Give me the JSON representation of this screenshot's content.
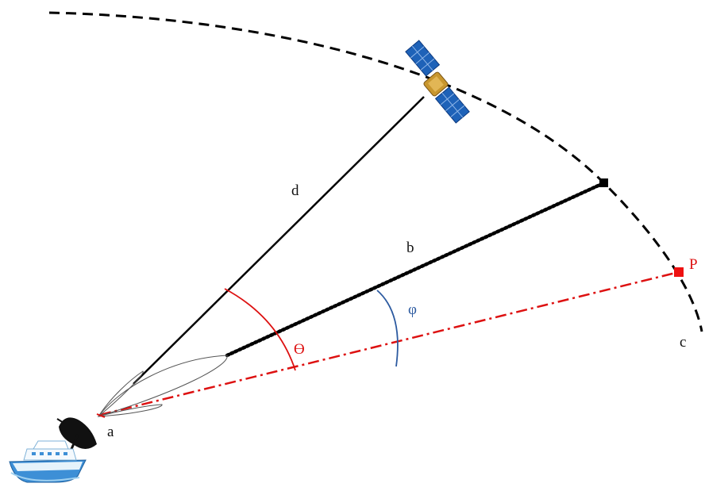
{
  "labels": {
    "a": "a",
    "b": "b",
    "c": "c",
    "d": "d",
    "P": "P",
    "theta": "ϴ",
    "phi": "φ"
  },
  "colors": {
    "line": "#000000",
    "red": "#dd1111",
    "blue": "#2c5aa0",
    "beam_outline": "#555555"
  },
  "icons": {
    "satellite": "satellite-icon",
    "ship": "ship-icon",
    "dish": "dish-antenna-icon",
    "square_marker": "square-marker-icon",
    "point_p_marker": "point-p-marker-icon"
  }
}
